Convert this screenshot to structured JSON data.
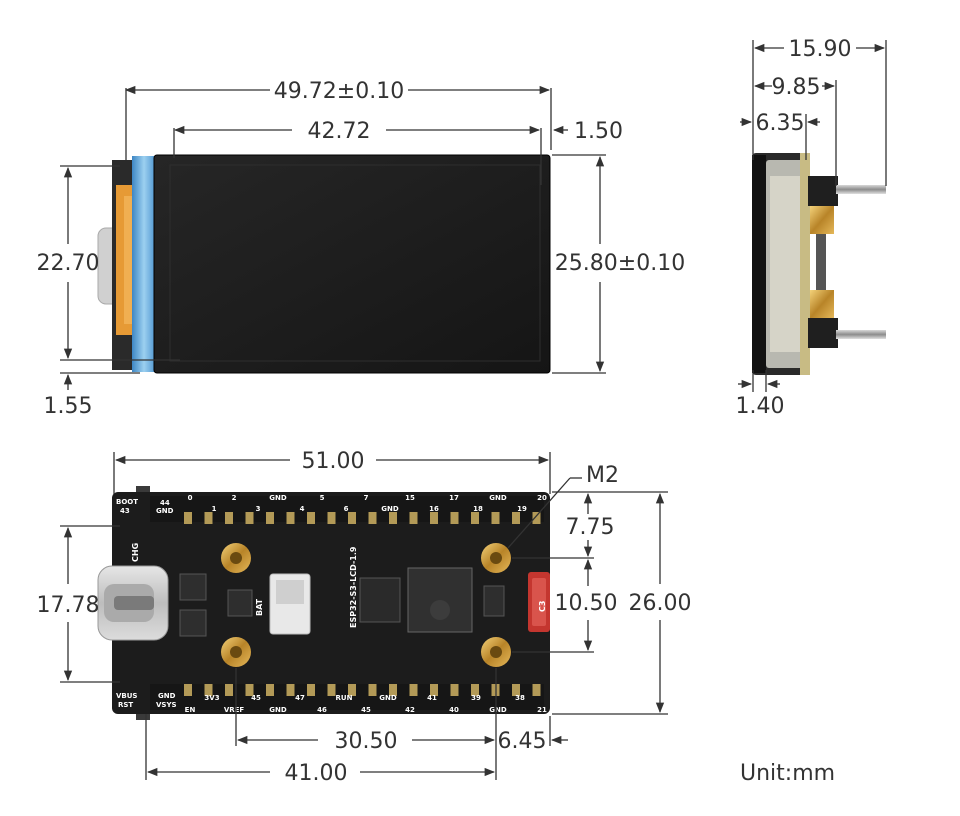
{
  "dimensions": {
    "top_width": "49.72±0.10",
    "screen_width": "42.72",
    "right_edge": "1.50",
    "left_height": "22.70",
    "right_height": "25.80±0.10",
    "bottom_left": "1.55",
    "side_total": "15.90",
    "side_mid": "9.85",
    "side_inner": "6.35",
    "side_bottom": "1.40",
    "board_width": "51.00",
    "mount_label": "M2",
    "hole_top": "7.75",
    "hole_span": "10.50",
    "board_height": "26.00",
    "usb_height": "17.78",
    "hole_x_span": "30.50",
    "hole_right": "6.45",
    "hole_from_left": "41.00"
  },
  "unit_label": "Unit:mm",
  "board": {
    "top_pins": [
      "0",
      "2",
      "GND",
      "5",
      "7",
      "15",
      "17",
      "GND",
      "20"
    ],
    "top_pins_row2": [
      "1",
      "3",
      "4",
      "6",
      "GND",
      "16",
      "18",
      "19"
    ],
    "top_left_pins": [
      "44",
      "GND"
    ],
    "bottom_pins": [
      "3V3",
      "45",
      "47",
      "RUN",
      "GND",
      "41",
      "39",
      "38"
    ],
    "bottom_pins_row2": [
      "EN",
      "VREF",
      "GND",
      "46",
      "45",
      "42",
      "40",
      "GND",
      "21"
    ],
    "left_top_labels": [
      "BOOT",
      "43"
    ],
    "left_bottom_labels": [
      "VBUS",
      "RST"
    ],
    "power_labels": [
      "GND",
      "VSYS"
    ],
    "chip_label": "CHG",
    "battery_label": "BAT",
    "model_label": "ESP32-S3-LCD-1.9",
    "button_label": "C3"
  },
  "colors": {
    "pcb": "#1c1c1c",
    "screen": "#202020",
    "fpc": "#e69a35",
    "bezel_blue": "#6ab0dd",
    "gold": "#c8972f",
    "red_button": "#c4362f"
  }
}
